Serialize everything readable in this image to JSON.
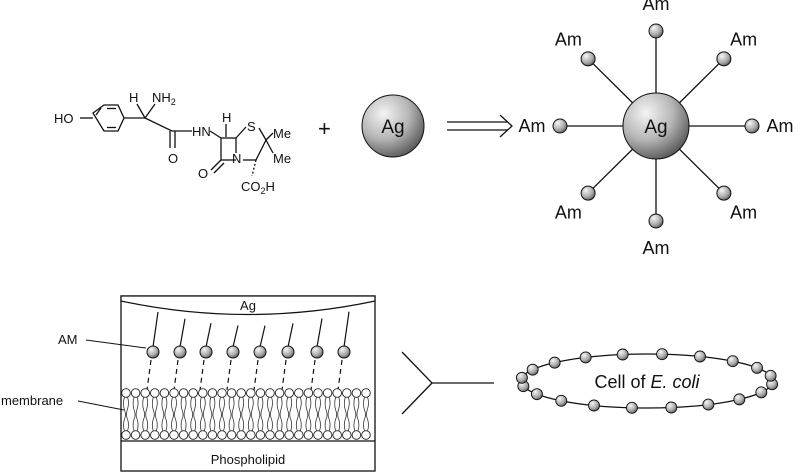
{
  "molecule": {
    "ho": "HO",
    "h_top": "H",
    "nh": "NH",
    "nh_sub": "2",
    "o_carbonyl": "O",
    "h_amide": "H",
    "n_amide": "N",
    "h_ring": "H",
    "s": "S",
    "me1": "Me",
    "me2": "Me",
    "n_ring": "N",
    "o_lactam": "O",
    "co2h_a": "CO",
    "co2h_sub": "2",
    "co2h_b": "H"
  },
  "plus": "+",
  "ag_sphere_label": "Ag",
  "particle": {
    "center_label": "Ag",
    "ligand_label": "Am",
    "ligand_count": 8
  },
  "membrane_panel": {
    "ag_label": "Ag",
    "am_label": "AM",
    "membrane_label": "membrane",
    "bottom_label": "Phospholipid",
    "linker_count": 8
  },
  "cell": {
    "label_prefix": "Cell of ",
    "label_italic": "E. coli",
    "bead_count": 20
  },
  "colors": {
    "sphere_light": "#f2f2f2",
    "sphere_mid": "#b8b8b8",
    "sphere_dark": "#555555",
    "line": "#111111"
  }
}
